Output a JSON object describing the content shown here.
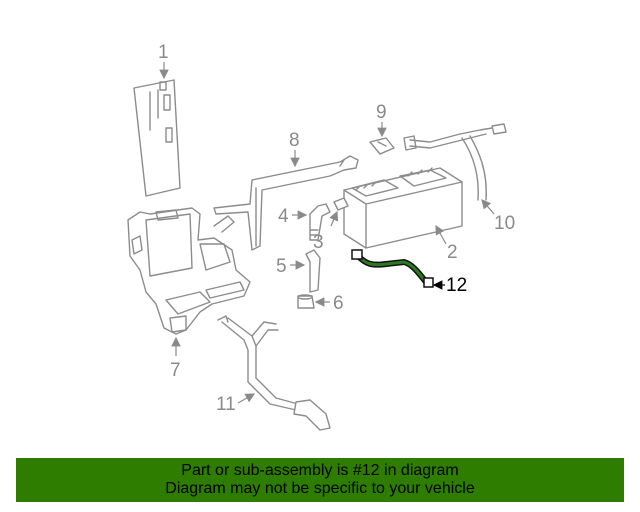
{
  "callouts": {
    "c1": "1",
    "c2": "2",
    "c3": "3",
    "c4": "4",
    "c5": "5",
    "c6": "6",
    "c7": "7",
    "c8": "8",
    "c9": "9",
    "c10": "10",
    "c11": "11",
    "c12": "12"
  },
  "highlighted_part": "12",
  "colors": {
    "banner": "#2e7d00",
    "highlight_part": "#1f5f1a",
    "line_art": "#8c8c8c"
  },
  "banner": {
    "line1": "Part or sub-assembly is #12 in diagram",
    "line2": "Diagram may not be specific to your vehicle"
  }
}
